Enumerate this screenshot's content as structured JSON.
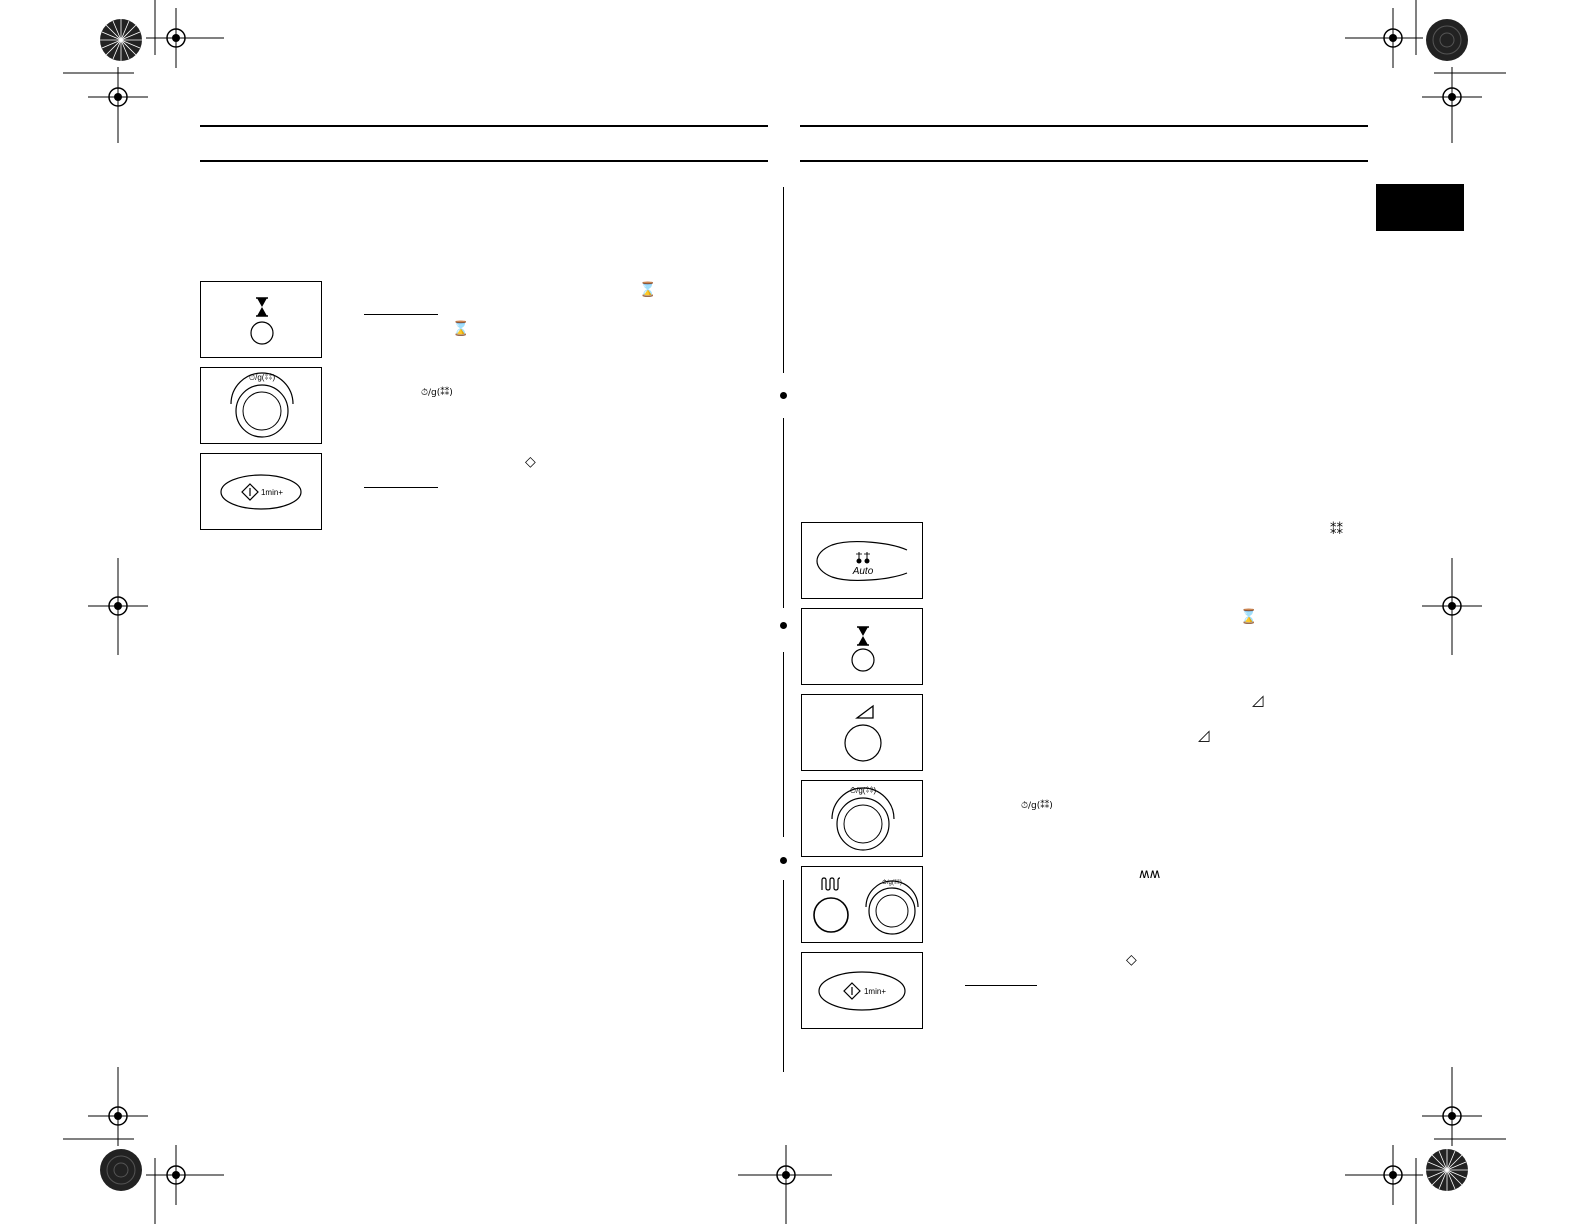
{
  "panel_labels": {
    "one_min_plus": "1min+",
    "auto": "Auto",
    "dial_scale": "⏱/g(⁑⁑)"
  },
  "inline_symbols": {
    "timer": "⌛",
    "power_dial": "⏱/g(⁑⁑)",
    "start": "◇",
    "defrost": "⁑⁑",
    "ramp": "◿",
    "grill": "ʍʍ"
  },
  "colors": {
    "ink": "#000000",
    "paper": "#ffffff"
  },
  "icons": [
    "registration-mark",
    "starburst-target",
    "hourglass-icon",
    "dial-icon",
    "start-icon",
    "auto-defrost-icon",
    "ramp-icon",
    "grill-icon"
  ]
}
